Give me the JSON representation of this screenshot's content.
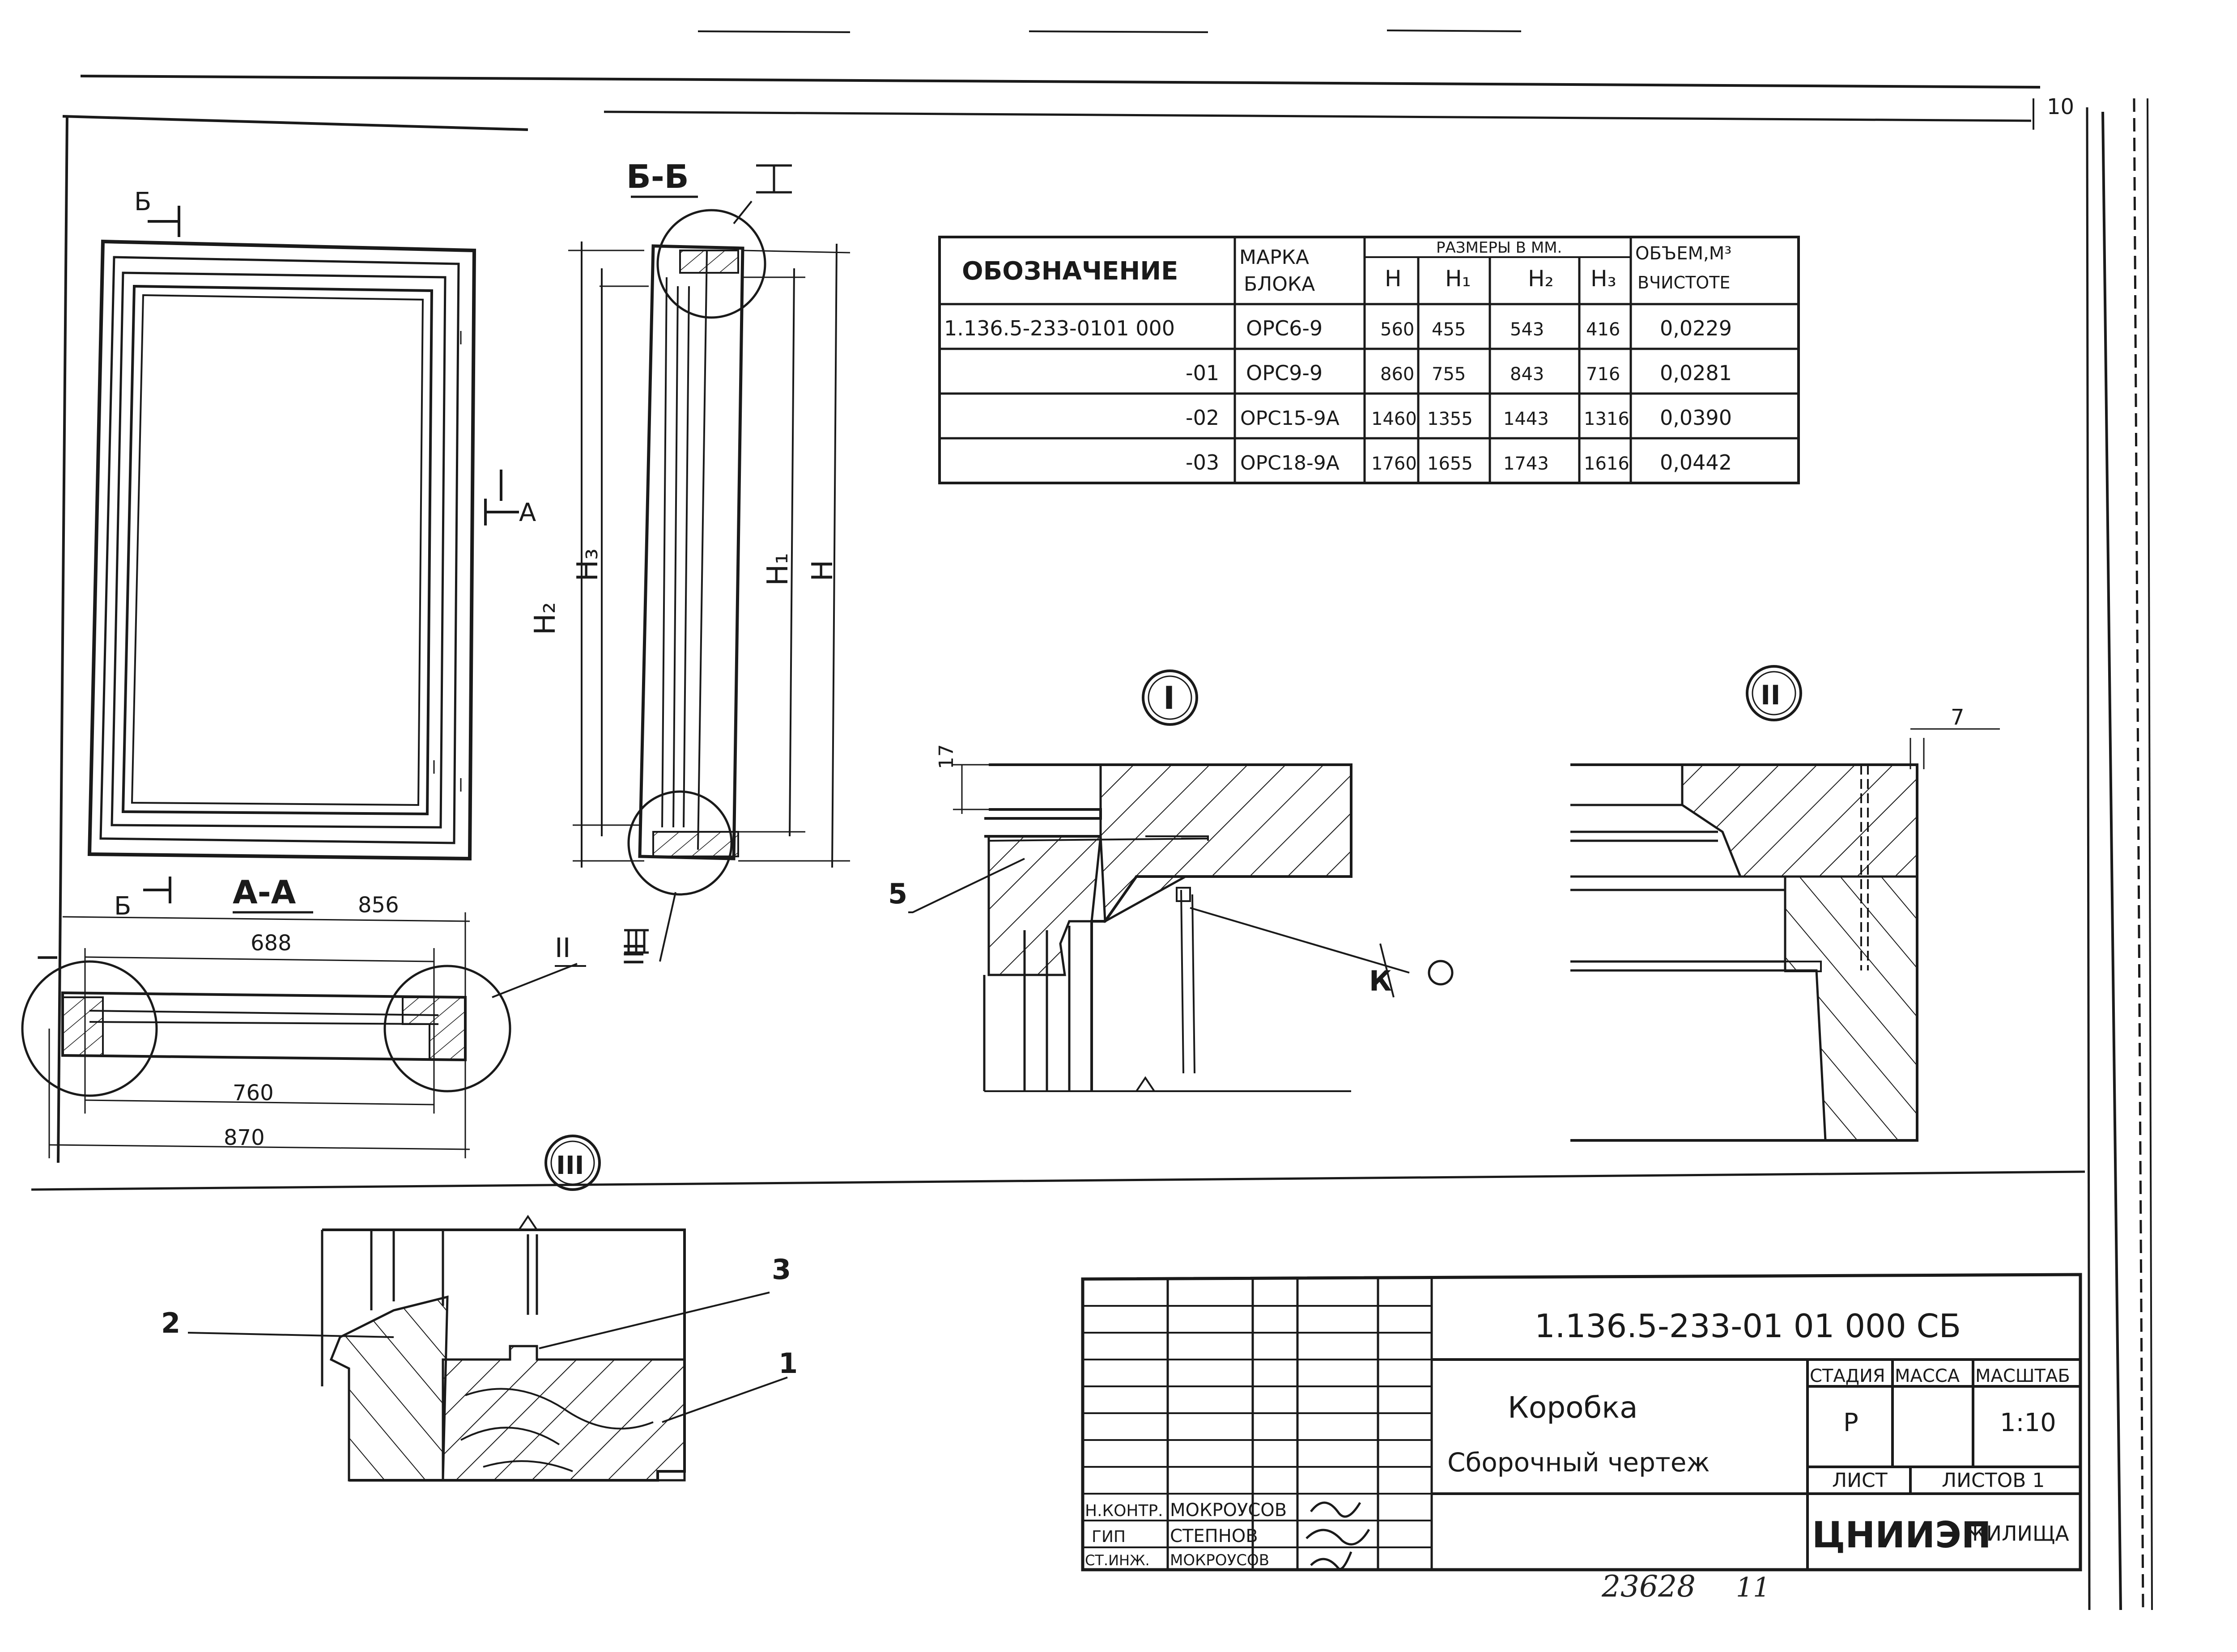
{
  "sheet": {
    "sheet_number": "10",
    "document_code": "1.136.5-233-01 01 000 СБ",
    "inventory_number": "23628",
    "inventory_suffix": "11"
  },
  "views": {
    "section_bb": "Б-Б",
    "section_aa": "А-А",
    "section_b_mark": "Б",
    "section_a_mark": "А",
    "callout_1": "I",
    "callout_2": "II",
    "callout_3": "III",
    "detail_1_label": "I",
    "detail_2_label": "II",
    "detail_3_label": "III"
  },
  "dimensions": {
    "H": "H",
    "H1": "H₁",
    "H2": "H₂",
    "H3": "H₃",
    "d856": "856",
    "d688": "688",
    "d760": "760",
    "d870": "870",
    "d17": "17",
    "d7": "7"
  },
  "leaders": {
    "item_1": "1",
    "item_2": "2",
    "item_3": "3",
    "item_5": "5",
    "glue_mark": "К"
  },
  "spec_table": {
    "headers": {
      "designation": "ОБОЗНАЧЕНИЕ",
      "mark": "МАРКА БЛОКА",
      "mark_line1": "МАРКА",
      "mark_line2": "БЛОКА",
      "sizes": "РАЗМЕРЫ В ММ.",
      "h": "H",
      "h1": "H₁",
      "h2": "H₂",
      "h3": "H₃",
      "volume_line1": "ОБЪЕМ,М³",
      "volume_line2": "ВЧИСТОТЕ"
    },
    "rows": [
      {
        "designation": "1.136.5-233-0101 000",
        "mark": "ОРС6-9",
        "h": "560",
        "h1": "455",
        "h2": "543",
        "h3": "416",
        "volume": "0,0229"
      },
      {
        "designation": "-01",
        "mark": "ОРС9-9",
        "h": "860",
        "h1": "755",
        "h2": "843",
        "h3": "716",
        "volume": "0,0281"
      },
      {
        "designation": "-02",
        "mark": "ОРС15-9А",
        "h": "1460",
        "h1": "1355",
        "h2": "1443",
        "h3": "1316",
        "volume": "0,0390"
      },
      {
        "designation": "-03",
        "mark": "ОРС18-9А",
        "h": "1760",
        "h1": "1655",
        "h2": "1743",
        "h3": "1616",
        "volume": "0,0442"
      }
    ]
  },
  "title_block": {
    "code": "1.136.5-233-01 01 000 СБ",
    "title": "Коробка",
    "subtitle": "Сборочный чертеж",
    "stage_label": "СТАДИЯ",
    "mass_label": "МАССА",
    "scale_label": "МАСШТАБ",
    "stage_value": "Р",
    "scale_value": "1:10",
    "sheet_label": "ЛИСТ",
    "sheets_label": "ЛИСТОВ 1",
    "organization_main": "ЦНИИЭП",
    "organization_sub": "ЖИЛИЩА",
    "signatures": [
      {
        "role": "Н.КОНТР.",
        "name": "МОКРОУСОВ"
      },
      {
        "role": "ГИП",
        "name": "СТЕПНОВ"
      },
      {
        "role": "СТ.ИНЖ.",
        "name": "МОКРОУСОВ"
      }
    ]
  }
}
